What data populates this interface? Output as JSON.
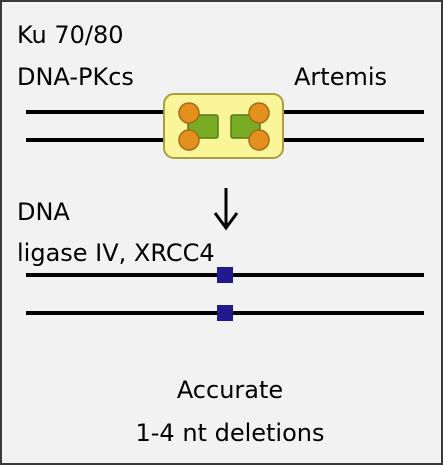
{
  "labels": {
    "ku": "Ku 70/80",
    "dnapkcs": "DNA-PKcs",
    "artemis": "Artemis",
    "dna": "DNA",
    "ligase": "ligase IV, XRCC4",
    "accurate": "Accurate",
    "deletions": "1-4 nt deletions"
  },
  "colors": {
    "background": "#f2f2f2",
    "strand": "#000000",
    "complex_fill": "#fbf59a",
    "complex_stroke": "#a8a040",
    "ku_subunit": "#78ac24",
    "ku_circle": "#e3901e",
    "ligation_mark": "#22198f"
  }
}
